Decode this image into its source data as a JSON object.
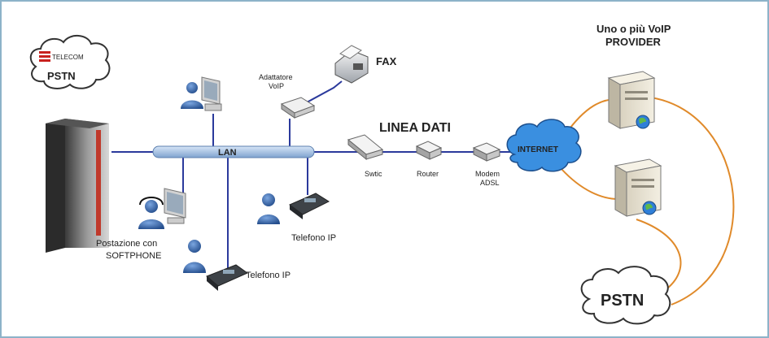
{
  "labels": {
    "pstn_top_telecom": "TELECOM",
    "pstn_top": "PSTN",
    "lan": "LAN",
    "adapter_line1": "Adattatore",
    "adapter_line2": "VoIP",
    "fax": "FAX",
    "linea_dati": "LINEA DATI",
    "switch": "Swtic",
    "router": "Router",
    "modem_line1": "Modem",
    "modem_line2": "ADSL",
    "internet": "INTERNET",
    "provider_line1": "Uno o più VoIP",
    "provider_line2": "PROVIDER",
    "softphone_line1": "Postazione con",
    "softphone_line2": "SOFTPHONE",
    "phone_ip_right": "Telefono IP",
    "phone_ip_bottom": "Telefono IP",
    "pstn_bottom": "PSTN"
  },
  "colors": {
    "network_line": "#2b3a9c",
    "provider_line": "#e08a2a",
    "provider_text": "#e08a2a",
    "linea_dati_text": "#2a3fc8",
    "internet_cloud": "#3a8fe0",
    "lan_bus": "#a9c4e6"
  }
}
